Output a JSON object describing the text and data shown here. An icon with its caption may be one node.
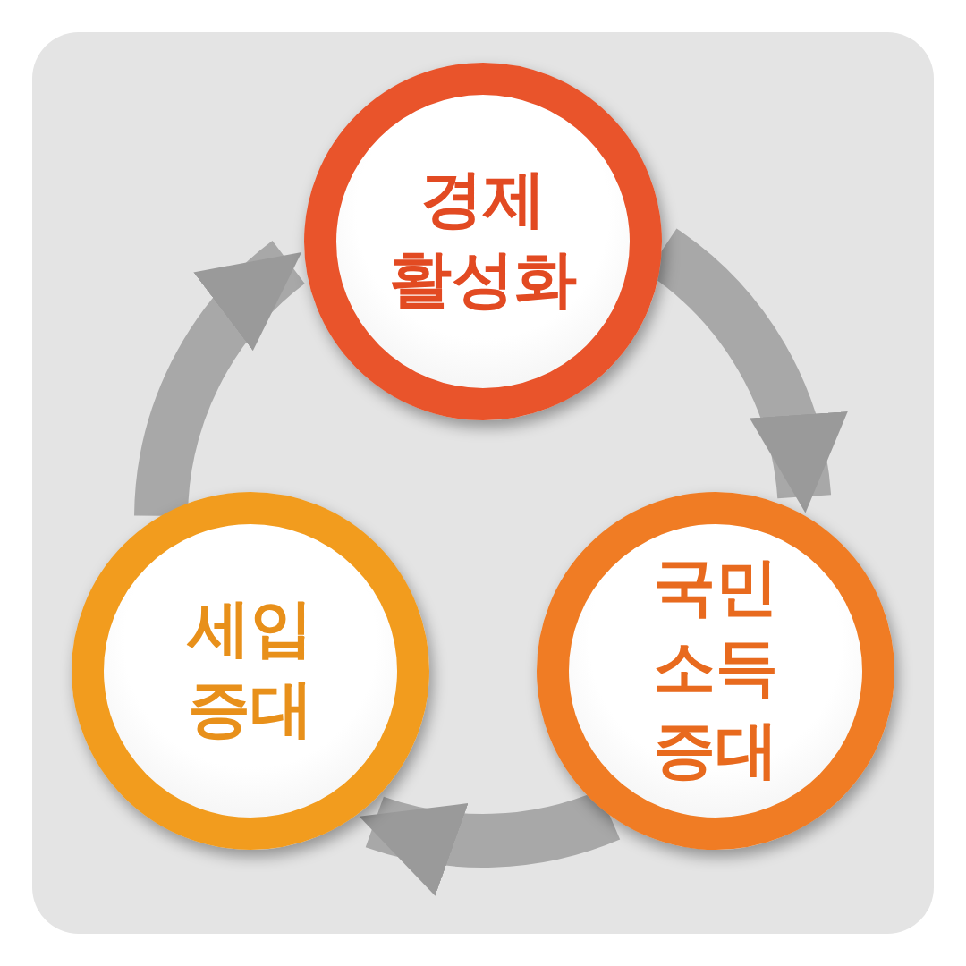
{
  "diagram": {
    "nodes": [
      {
        "text": [
          "경제 활성화"
        ]
      },
      {
        "text": [
          "세입 증대"
        ]
      },
      {
        "text": [
          "국민 소득 증대"
        ]
      }
    ],
    "edges": [
      {
        "from": 0,
        "to": 2,
        "arrow": "to"
      },
      {
        "from": 2,
        "to": 1,
        "arrow": "to"
      },
      {
        "from": 1,
        "to": 0,
        "arrow": "to"
      }
    ]
  }
}
